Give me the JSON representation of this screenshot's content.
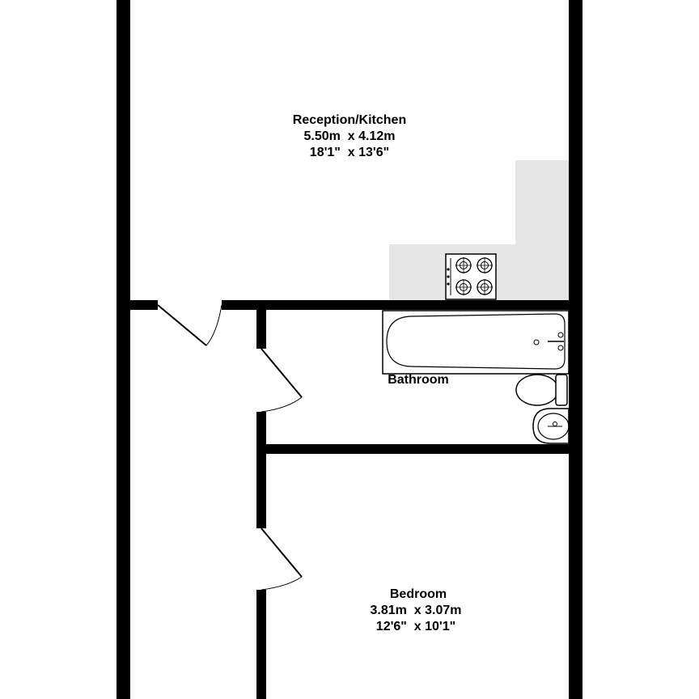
{
  "rooms": {
    "reception": {
      "name": "Reception/Kitchen",
      "metric": "5.50m  x 4.12m",
      "imperial": "18'1\"  x 13'6\""
    },
    "bathroom": {
      "name": "Bathroom"
    },
    "bedroom": {
      "name": "Bedroom",
      "metric": "3.81m  x 3.07m",
      "imperial": "12'6\"  x 10'1\""
    }
  },
  "colors": {
    "wall": "#000000",
    "counter": "#e6e6e6",
    "background": "#ffffff"
  }
}
